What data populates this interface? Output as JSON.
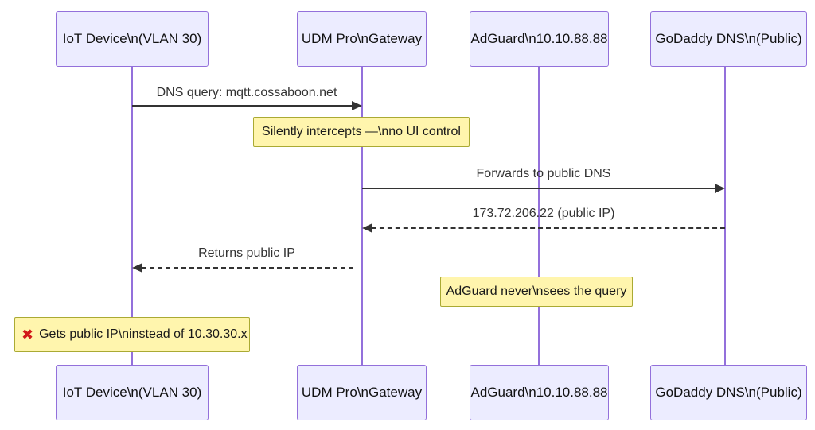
{
  "diagram": {
    "type": "sequence",
    "actors": [
      {
        "id": "iot",
        "label": "IoT Device\\n(VLAN 30)"
      },
      {
        "id": "udm",
        "label": "UDM Pro\\nGateway"
      },
      {
        "id": "adguard",
        "label": "AdGuard\\n10.10.88.88"
      },
      {
        "id": "godaddy",
        "label": "GoDaddy DNS\\n(Public)"
      }
    ],
    "messages": [
      {
        "text": "DNS query: mqtt.cossaboon.net",
        "from": "IoT Device",
        "to": "UDM Pro",
        "style": "solid"
      },
      {
        "text": "Forwards to public DNS",
        "from": "UDM Pro",
        "to": "GoDaddy DNS",
        "style": "solid"
      },
      {
        "text": "173.72.206.22 (public IP)",
        "from": "GoDaddy DNS",
        "to": "UDM Pro",
        "style": "dashed"
      },
      {
        "text": "Returns public IP",
        "from": "UDM Pro",
        "to": "IoT Device",
        "style": "dashed"
      }
    ],
    "notes": [
      {
        "text": "Silently intercepts —\\nno UI control",
        "over": "UDM Pro"
      },
      {
        "text": "AdGuard never\\nsees the query",
        "over": "AdGuard"
      },
      {
        "icon": "red-x",
        "icon_glyph": "✖",
        "text": "Gets public IP\\ninstead of 10.30.30.x",
        "over": "IoT Device"
      }
    ],
    "colors": {
      "actor_fill": "#ECECFF",
      "actor_border": "#9370DB",
      "lifeline": "#9370DB",
      "message": "#333333",
      "note_fill": "#fff5ad",
      "note_border": "#aaaa33",
      "error_icon": "#d11919"
    }
  }
}
